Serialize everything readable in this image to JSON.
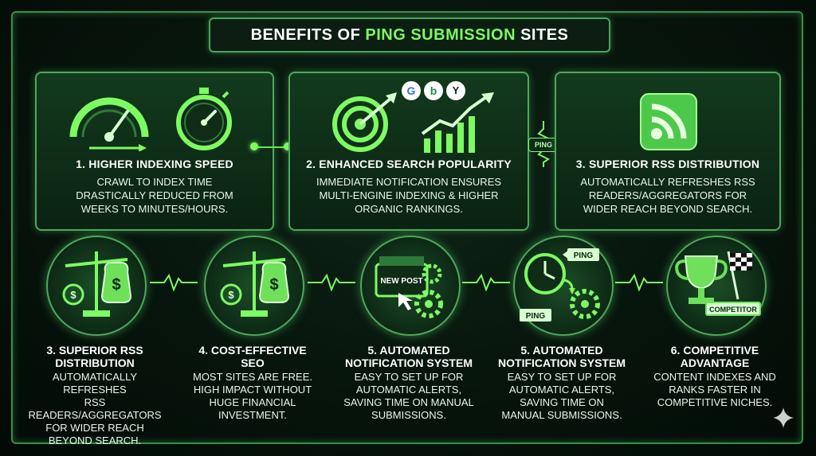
{
  "title": {
    "part1": "BENEFITS OF",
    "part2": "PING SUBMISSION",
    "part3": "SITES"
  },
  "ping_chip": "PING",
  "top_panels": [
    {
      "heading": "1. HIGHER INDEXING SPEED",
      "body": "CRAWL TO INDEX TIME\nDRASTICALLY REDUCED FROM\nWEEKS TO MINUTES/HOURS."
    },
    {
      "heading": "2. ENHANCED SEARCH POPULARITY",
      "body": "IMMEDIATE NOTIFICATION ENSURES\nMULTI-ENGINE INDEXING & HIGHER\nORGANIC RANKINGS.",
      "engine_badges": [
        "G",
        "b",
        "Y"
      ]
    },
    {
      "heading": "3. SUPERIOR RSS DISTRIBUTION",
      "body": "AUTOMATICALLY REFRESHES RSS\nREADERS/AGGREGATORS FOR\nWIDER REACH BEYOND SEARCH."
    }
  ],
  "bottom_items": [
    {
      "heading": "3. SUPERIOR RSS\nDISTRIBUTION",
      "body": "AUTOMATICALLY REFRESHES\nRSS READERS/AGGREGATORS\nFOR WIDER REACH\nBEYOND SEARCH.",
      "icon": "scale-money-icon"
    },
    {
      "heading": "4. COST-EFFECTIVE\nSEO",
      "body": "MOST SITES ARE FREE.\nHIGH IMPACT WITHOUT\nHUGE FINANCIAL\nINVESTMENT.",
      "icon": "scale-money-icon"
    },
    {
      "heading": "5. AUTOMATED\nNOTIFICATION SYSTEM",
      "body": "EASY TO SET UP FOR\nAUTOMATIC ALERTS,\nSAVING TIME ON MANUAL\nSUBMISSIONS.",
      "icon": "new-post-gear-icon",
      "icon_label": "NEW POST"
    },
    {
      "heading": "5. AUTOMATED\nNOTIFICATION SYSTEM",
      "body": "EASY TO SET UP FOR\nAUTOMATIC ALERTS,\nSAVING TIME ON\nMANUAL SUBMISSIONS.",
      "icon": "clock-ping-icon",
      "icon_labels": [
        "PING",
        "PING"
      ]
    },
    {
      "heading": "6. COMPETITIVE\nADVANTAGE",
      "body": "CONTENT INDEXES AND\nRANKS FASTER IN\nCOMPETITIVE NICHES.",
      "icon": "trophy-flag-icon",
      "icon_label": "COMPETITOR"
    }
  ],
  "colors": {
    "accent": "#7dfa62",
    "border": "#4ea85c",
    "background": "#06130b"
  }
}
